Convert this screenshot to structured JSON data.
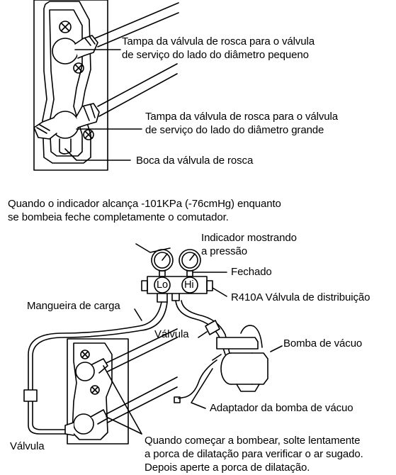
{
  "top_diagram": {
    "cap_small": [
      "Tampa da válvula de rosca para o válvula",
      "de serviço do lado do diâmetro pequeno"
    ],
    "cap_large": [
      "Tampa da válvula de rosca para o válvula",
      "de serviço do lado do diâmetro grande"
    ],
    "port": "Boca da válvula de rosca"
  },
  "instruction": [
    "Quando o indicador alcança -101KPa (-76cmHg) enquanto",
    "se bombeia feche completamente o comutador."
  ],
  "bottom_diagram": {
    "gauge": [
      "Indicador mostrando",
      "a pressão"
    ],
    "gauge_lo": "Lo",
    "gauge_hi": "Hi",
    "closed": "Fechado",
    "manifold": "R410A Válvula de distribuição",
    "hose": "Mangueira de carga",
    "valve_center": "Válvula",
    "vacuum_pump": "Bomba de vácuo",
    "adapter": "Adaptador da bomba de vácuo",
    "valve_left": "Válvula",
    "loosen_note": [
      "Quando começar a bombear, solte lentamente",
      "a porca de dilatação para verificar o ar sugado.",
      "Depois aperte a porca de dilatação."
    ]
  }
}
